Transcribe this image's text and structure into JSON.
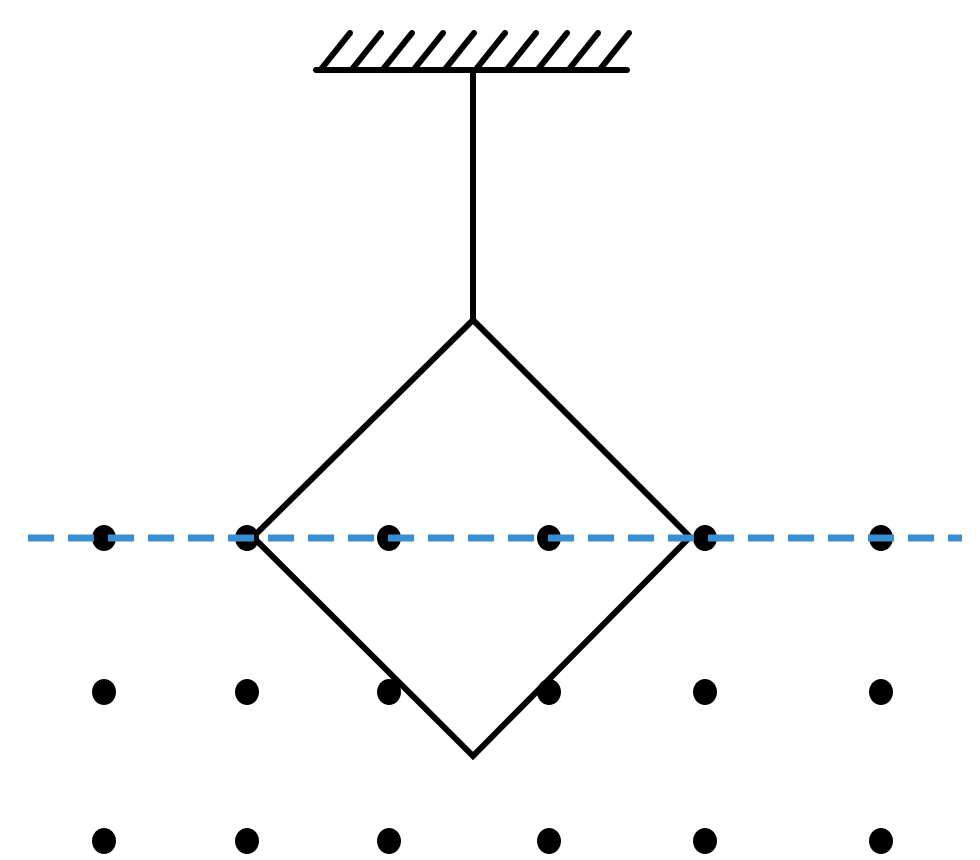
{
  "diagram": {
    "description_labels": [],
    "colors": {
      "stroke": "#000000",
      "dot": "#000000",
      "boundary": "#3a8fd0",
      "background": "#ffffff"
    },
    "elements": {
      "ceiling_support": "hatched-fixed-support",
      "suspension": "string",
      "loop": "square-wire-loop",
      "boundary": "dashed-field-boundary",
      "field": "magnetic-field-out-of-page-dots"
    },
    "field_grid": {
      "rows": 3,
      "columns": 6
    }
  }
}
